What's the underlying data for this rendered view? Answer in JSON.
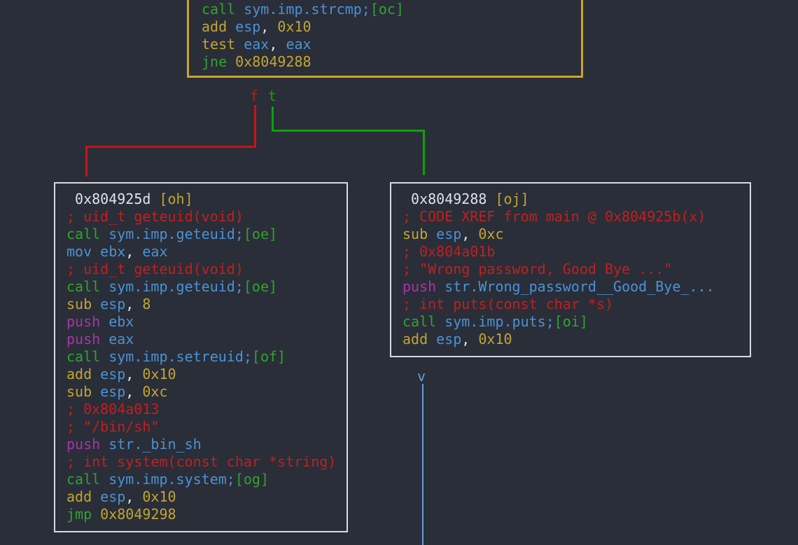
{
  "view": "disassembly-graph",
  "colors": {
    "background": "#2a2e38",
    "block_border": "#d6dae2",
    "selected_block_border": "#c9a62b",
    "mnemonic_flow_green": "#2fa32f",
    "mnemonic_math_yellow": "#c2a633",
    "register_function_blue": "#4b92d6",
    "comment_red": "#c02020",
    "push_magenta": "#a835a8",
    "address_white": "#dfe2ea",
    "edge_false_red": "#c51616",
    "edge_true_green": "#0aa30a",
    "edge_down_blue": "#63a0dc"
  },
  "edges": {
    "false_label": "f",
    "true_label": "t",
    "down_label": "v"
  },
  "blocks": {
    "top": {
      "lines": [
        [
          [
            "call ",
            "g"
          ],
          [
            "sym.imp.strcmp;",
            "b"
          ],
          [
            "[oc]",
            "g"
          ]
        ],
        [
          [
            "add ",
            "y"
          ],
          [
            "esp",
            "b"
          ],
          [
            ", ",
            "w"
          ],
          [
            "0x10",
            "y"
          ]
        ],
        [
          [
            "test ",
            "y"
          ],
          [
            "eax",
            "b"
          ],
          [
            ", ",
            "w"
          ],
          [
            "eax",
            "b"
          ]
        ],
        [
          [
            "jne ",
            "g"
          ],
          [
            "0x8049288",
            "y"
          ]
        ]
      ]
    },
    "left": {
      "address": "0x804925d",
      "tag": "[oh]",
      "lines": [
        [
          [
            " 0x804925d ",
            "w"
          ],
          [
            "[oh]",
            "y"
          ]
        ],
        [
          [
            "; uid_t geteuid(void)",
            "r"
          ]
        ],
        [
          [
            "call ",
            "g"
          ],
          [
            "sym.imp.geteuid;",
            "b"
          ],
          [
            "[oe]",
            "g"
          ]
        ],
        [
          [
            "mov ebx",
            "b"
          ],
          [
            ", ",
            "w"
          ],
          [
            "eax",
            "b"
          ]
        ],
        [
          [
            "; uid_t geteuid(void)",
            "r"
          ]
        ],
        [
          [
            "call ",
            "g"
          ],
          [
            "sym.imp.geteuid;",
            "b"
          ],
          [
            "[oe]",
            "g"
          ]
        ],
        [
          [
            "sub ",
            "y"
          ],
          [
            "esp",
            "b"
          ],
          [
            ", ",
            "w"
          ],
          [
            "8",
            "y"
          ]
        ],
        [
          [
            "push ",
            "m"
          ],
          [
            "ebx",
            "b"
          ]
        ],
        [
          [
            "push ",
            "m"
          ],
          [
            "eax",
            "b"
          ]
        ],
        [
          [
            "call ",
            "g"
          ],
          [
            "sym.imp.setreuid;",
            "b"
          ],
          [
            "[of]",
            "g"
          ]
        ],
        [
          [
            "add ",
            "y"
          ],
          [
            "esp",
            "b"
          ],
          [
            ", ",
            "w"
          ],
          [
            "0x10",
            "y"
          ]
        ],
        [
          [
            "sub ",
            "y"
          ],
          [
            "esp",
            "b"
          ],
          [
            ", ",
            "w"
          ],
          [
            "0xc",
            "y"
          ]
        ],
        [
          [
            "; 0x804a013",
            "r"
          ]
        ],
        [
          [
            "; \"/bin/sh\"",
            "r"
          ]
        ],
        [
          [
            "push ",
            "m"
          ],
          [
            "str._bin_sh",
            "b"
          ]
        ],
        [
          [
            "; int system(const char *string)",
            "r"
          ]
        ],
        [
          [
            "call ",
            "g"
          ],
          [
            "sym.imp.system;",
            "b"
          ],
          [
            "[og]",
            "g"
          ]
        ],
        [
          [
            "add ",
            "y"
          ],
          [
            "esp",
            "b"
          ],
          [
            ", ",
            "w"
          ],
          [
            "0x10",
            "y"
          ]
        ],
        [
          [
            "jmp ",
            "g"
          ],
          [
            "0x8049298",
            "y"
          ]
        ]
      ]
    },
    "right": {
      "address": "0x8049288",
      "tag": "[oj]",
      "lines": [
        [
          [
            " 0x8049288 ",
            "w"
          ],
          [
            "[oj]",
            "y"
          ]
        ],
        [
          [
            "; CODE XREF from main @ 0x804925b(x)",
            "r"
          ]
        ],
        [
          [
            "sub ",
            "y"
          ],
          [
            "esp",
            "b"
          ],
          [
            ", ",
            "w"
          ],
          [
            "0xc",
            "y"
          ]
        ],
        [
          [
            "; 0x804a01b",
            "r"
          ]
        ],
        [
          [
            "; \"Wrong password, Good Bye ...\"",
            "r"
          ]
        ],
        [
          [
            "push ",
            "m"
          ],
          [
            "str.Wrong_password__Good_Bye_...",
            "b"
          ]
        ],
        [
          [
            "; int puts(const char *s)",
            "r"
          ]
        ],
        [
          [
            "call ",
            "g"
          ],
          [
            "sym.imp.puts;",
            "b"
          ],
          [
            "[oi]",
            "g"
          ]
        ],
        [
          [
            "add ",
            "y"
          ],
          [
            "esp",
            "b"
          ],
          [
            ", ",
            "w"
          ],
          [
            "0x10",
            "y"
          ]
        ]
      ]
    }
  }
}
